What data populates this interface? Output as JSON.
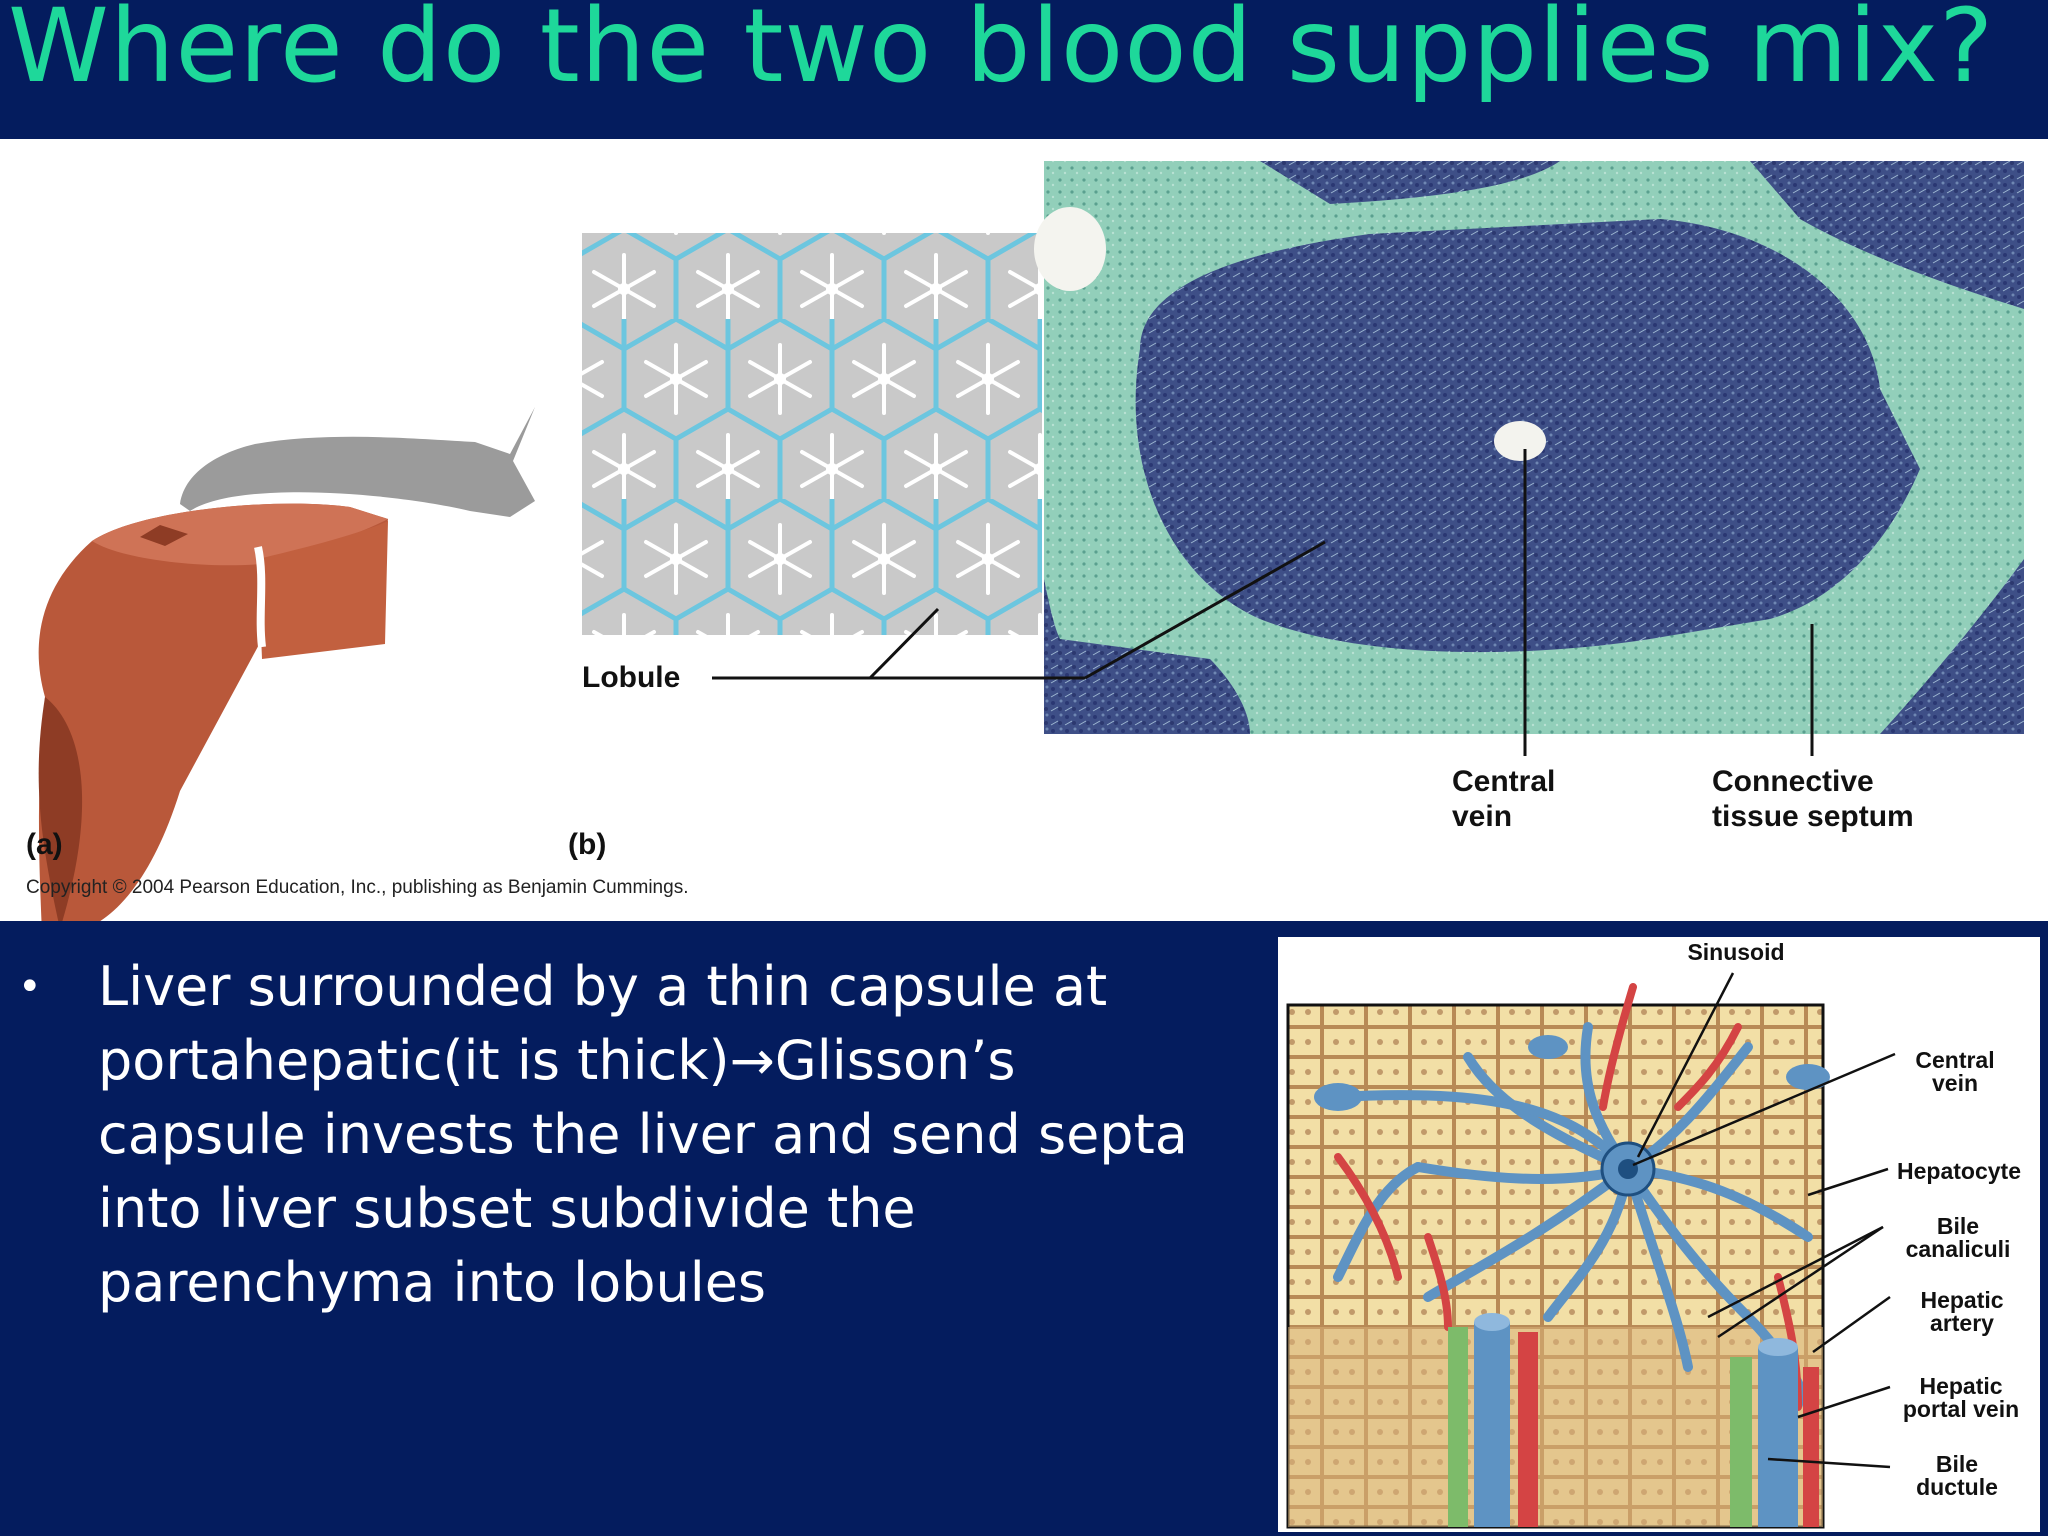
{
  "slide": {
    "title": "Where do the two blood supplies mix?"
  },
  "figure": {
    "panel_a_label": "(a)",
    "panel_b_label": "(b)",
    "lobule_label": "Lobule",
    "central_vein_label_line1": "Central",
    "central_vein_label_line2": "vein",
    "septum_label_line1": "Connective",
    "septum_label_line2": "tissue septum",
    "copyright": "Copyright © 2004 Pearson Education, Inc., publishing as Benjamin Cummings."
  },
  "bullets": [
    {
      "marker": "•",
      "text": "Liver surrounded by a thin capsule at portahepatic(it is thick)→Glisson’s capsule invests the liver and send septa into liver subset subdivide the parenchyma into lobules"
    }
  ],
  "detail_diagram": {
    "labels": {
      "sinusoid": "Sinusoid",
      "central_vein_1": "Central",
      "central_vein_2": "vein",
      "hepatocyte": "Hepatocyte",
      "bile_canaliculi_1": "Bile",
      "bile_canaliculi_2": "canaliculi",
      "hepatic_artery_1": "Hepatic",
      "hepatic_artery_2": "artery",
      "hepatic_portal_vein_1": "Hepatic",
      "hepatic_portal_vein_2": "portal vein",
      "bile_ductule_1": "Bile",
      "bile_ductule_2": "ductule"
    }
  },
  "colors": {
    "background": "#041c5e",
    "title": "#1ed89a",
    "liver": "#b9583a",
    "histology_tissue": "#3d4e86",
    "histology_septum": "#8fcdb7",
    "lobule_outline": "#6cc6df",
    "vessel_blue": "#5e93c3",
    "vessel_red": "#d44444",
    "duct_green": "#7dbb6a"
  }
}
